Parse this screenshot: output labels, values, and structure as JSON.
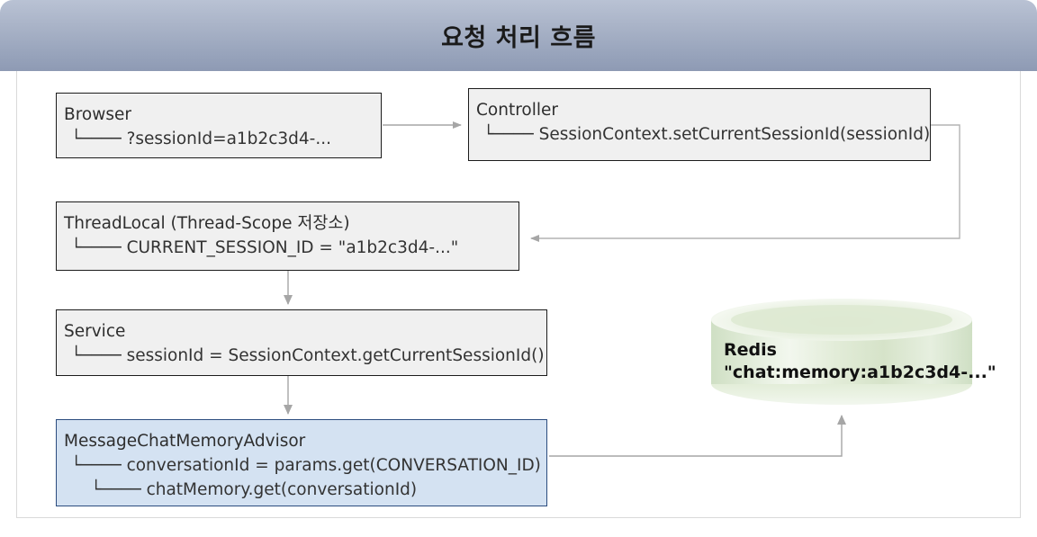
{
  "header": {
    "title": "요청 처리 흐름"
  },
  "nodes": {
    "browser": {
      "name": "Browser",
      "lines": [
        "Browser",
        "└──── ?sessionId=a1b2c3d4-..."
      ]
    },
    "controller": {
      "name": "Controller",
      "lines": [
        "Controller",
        "└──── SessionContext.setCurrentSessionId(sessionId)"
      ]
    },
    "threadlocal": {
      "name": "ThreadLocal",
      "lines": [
        "ThreadLocal (Thread-Scope 저장소)",
        "└──── CURRENT_SESSION_ID = \"a1b2c3d4-...\""
      ]
    },
    "service": {
      "name": "Service",
      "lines": [
        "Service",
        "└──── sessionId = SessionContext.getCurrentSessionId()"
      ]
    },
    "advisor": {
      "name": "MessageChatMemoryAdvisor",
      "lines": [
        "MessageChatMemoryAdvisor",
        "└──── conversationId = params.get(CONVERSATION_ID)",
        "└──── chatMemory.get(conversationId)"
      ]
    },
    "redis": {
      "name": "Redis",
      "lines": [
        "Redis",
        "\"chat:memory:a1b2c3d4-...\""
      ]
    }
  },
  "connectors": [
    {
      "id": "browser-to-controller",
      "label": ""
    },
    {
      "id": "controller-to-threadlocal",
      "label": ""
    },
    {
      "id": "threadlocal-to-service",
      "label": ""
    },
    {
      "id": "service-to-advisor",
      "label": ""
    },
    {
      "id": "advisor-to-redis",
      "label": ""
    }
  ],
  "colors": {
    "title_bar_top": "#b9c2d4",
    "title_bar_bottom": "#8e9ab4",
    "box_fill": "#f0f0f0",
    "box_border": "#1c1c1c",
    "highlight_box_fill": "#d4e2f2",
    "highlight_box_border": "#2b4c7e",
    "redis_fill": "#dde9d1",
    "connector": "#9e9e9e"
  }
}
